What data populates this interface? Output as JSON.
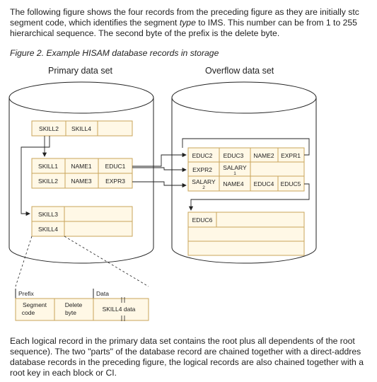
{
  "intro": {
    "line1": "The following figure shows the four records from the preceding figure as they are initially stc",
    "line2_pre": "segment code, which identifies the segment ",
    "line2_em": "type",
    "line2_post": " to IMS. This number can be from 1 to 255",
    "line3": "hierarchical sequence. The second byte of the prefix is the delete byte."
  },
  "figure": {
    "caption": "Figure 2. Example HISAM database records in storage",
    "primary_label": "Primary data set",
    "overflow_label": "Overflow data set",
    "primary": {
      "rec1": [
        "SKILL2",
        "SKILL4"
      ],
      "rec2_row1": [
        "SKILL1",
        "NAME1",
        "EDUC1"
      ],
      "rec2_row2": [
        "SKILL2",
        "NAME3",
        "EXPR3"
      ],
      "rec3_row1": [
        "SKILL3"
      ],
      "rec3_row2": [
        "SKILL4"
      ]
    },
    "overflow": {
      "row1": [
        "EDUC2",
        "EDUC3",
        "NAME2",
        "EXPR1"
      ],
      "row2_a": "EXPR2",
      "row2_b_top": "SALARY",
      "row2_b_sub": "1",
      "row3_a_top": "SALARY",
      "row3_a_sub": "2",
      "row3_rest": [
        "NAME4",
        "EDUC4",
        "EDUC5"
      ],
      "lower": "EDUC6"
    },
    "detail": {
      "prefix_label": "Prefix",
      "data_label": "Data",
      "segcode_line1": "Segment",
      "segcode_line2": "code",
      "delete_line1": "Delete",
      "delete_line2": "byte",
      "data_text": "SKILL4 data"
    }
  },
  "outro": {
    "line1": "Each logical record in the primary data set contains the root plus all dependents of the root",
    "line2": "sequence). The two \"parts\" of the database record are chained together with a direct-addres",
    "line3": "database records in the preceding figure, the logical records are also chained together with a",
    "line4": "root key in each block or CI."
  }
}
